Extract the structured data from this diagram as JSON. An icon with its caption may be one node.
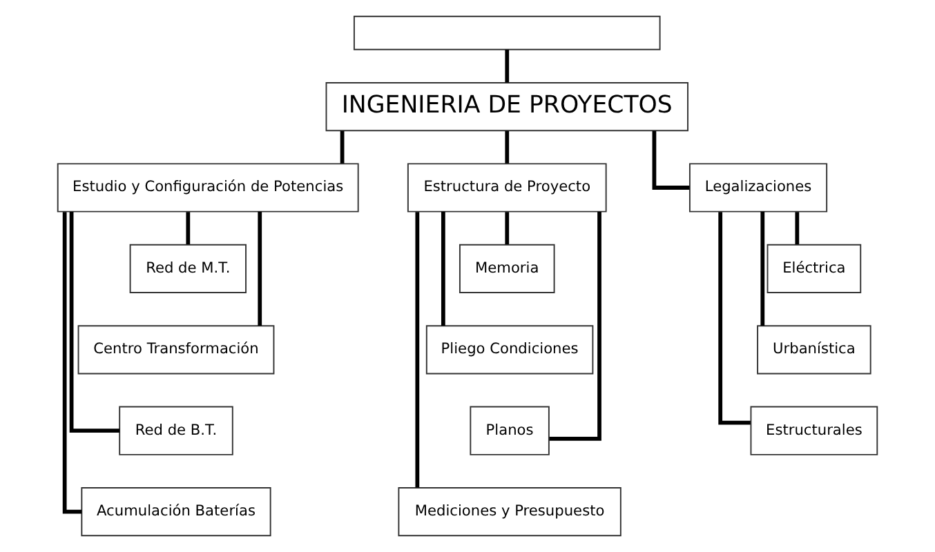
{
  "diagram": {
    "nodes": [
      {
        "text": [],
        "shape": "box"
      },
      {
        "text": [
          "INGENIERIA DE PROYECTOS"
        ]
      },
      {
        "text": [
          "Estudio y Configuración de Potencias"
        ]
      },
      {
        "text": [
          "Estructura de Proyecto"
        ]
      },
      {
        "text": [
          "Legalizaciones"
        ]
      },
      {
        "text": [
          "Red de M.T."
        ]
      },
      {
        "text": [
          "Centro Transformación"
        ]
      },
      {
        "text": [
          "Red de B.T."
        ]
      },
      {
        "text": [
          "Acumulación Baterías"
        ]
      },
      {
        "text": [
          "Memoria"
        ]
      },
      {
        "text": [
          "Pliego Condiciones"
        ]
      },
      {
        "text": [
          "Planos"
        ]
      },
      {
        "text": [
          "Mediciones y Presupuesto"
        ]
      },
      {
        "text": [
          "Eléctrica"
        ]
      },
      {
        "text": [
          "Urbanística"
        ]
      },
      {
        "text": [
          "Estructurales"
        ]
      }
    ],
    "edges": [
      {
        "from": 0,
        "to": 1,
        "arrow": "none"
      },
      {
        "from": 1,
        "to": 2,
        "arrow": "none"
      },
      {
        "from": 1,
        "to": 3,
        "arrow": "none"
      },
      {
        "from": 1,
        "to": 4,
        "arrow": "none"
      },
      {
        "from": 2,
        "to": 5,
        "arrow": "none"
      },
      {
        "from": 2,
        "to": 6,
        "arrow": "none"
      },
      {
        "from": 2,
        "to": 7,
        "arrow": "none"
      },
      {
        "from": 2,
        "to": 8,
        "arrow": "none"
      },
      {
        "from": 3,
        "to": 9,
        "arrow": "none"
      },
      {
        "from": 3,
        "to": 10,
        "arrow": "none"
      },
      {
        "from": 3,
        "to": 11,
        "arrow": "none"
      },
      {
        "from": 3,
        "to": 12,
        "arrow": "none"
      },
      {
        "from": 4,
        "to": 13,
        "arrow": "none"
      },
      {
        "from": 4,
        "to": 14,
        "arrow": "none"
      },
      {
        "from": 4,
        "to": 15,
        "arrow": "none"
      }
    ]
  }
}
